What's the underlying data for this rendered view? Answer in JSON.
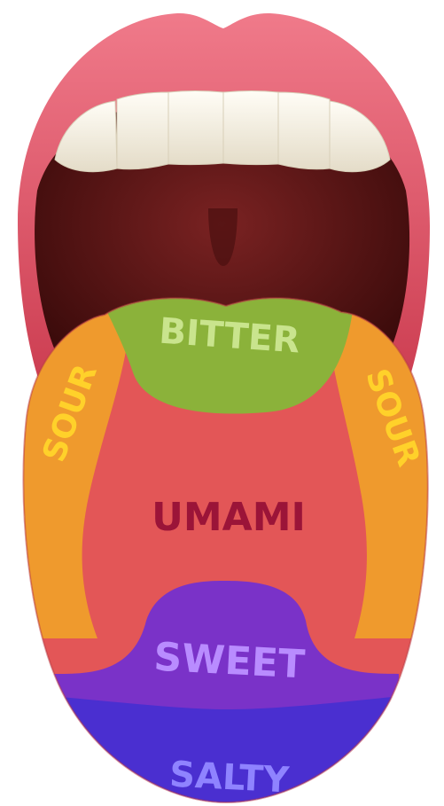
{
  "regions": {
    "bitter": {
      "label": "BITTER",
      "color": "#8bb23a",
      "text_color": "#c9e48d"
    },
    "sour_left": {
      "label": "SOUR",
      "color": "#ef9a2d",
      "text_color": "#ffd12a"
    },
    "sour_right": {
      "label": "SOUR",
      "color": "#ef9a2d",
      "text_color": "#ffd12a"
    },
    "umami": {
      "label": "UMAMI",
      "color": "#e35657",
      "text_color": "#9b1438"
    },
    "sweet": {
      "label": "SWEET",
      "color": "#7a32c8",
      "text_color": "#b98cff"
    },
    "salty": {
      "label": "SALTY",
      "color": "#4a2fd0",
      "text_color": "#8f83ff"
    }
  },
  "colors": {
    "lips": "#e2566a",
    "lips_dark": "#b93447",
    "mouth_interior": "#5a1414",
    "teeth": "#f5f1e6"
  }
}
